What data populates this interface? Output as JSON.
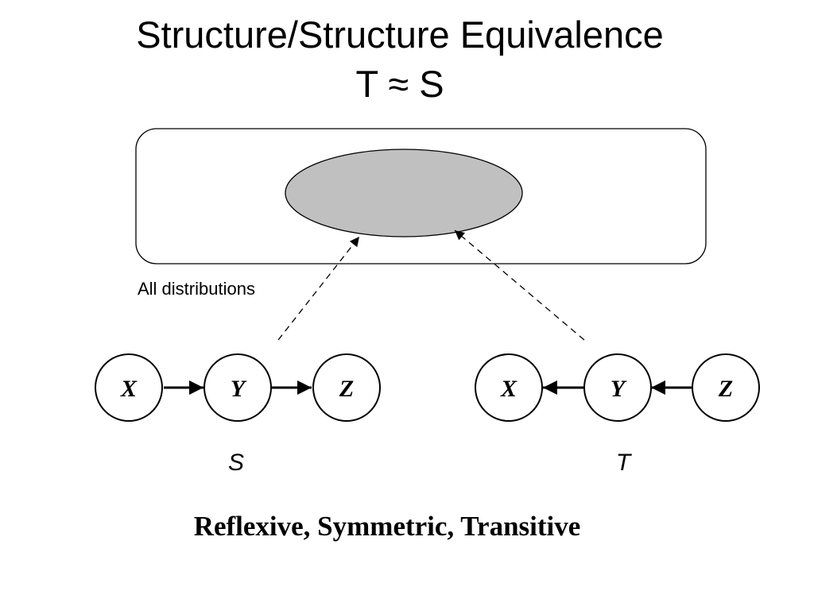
{
  "title": {
    "line1": "Structure/Structure Equivalence",
    "line2": "T ≈ S"
  },
  "region": {
    "label": "All distributions"
  },
  "graphs": {
    "s": {
      "name": "S",
      "nodes": [
        "X",
        "Y",
        "Z"
      ],
      "edges": [
        {
          "from": "X",
          "to": "Y"
        },
        {
          "from": "Y",
          "to": "Z"
        }
      ]
    },
    "t": {
      "name": "T",
      "nodes": [
        "X",
        "Y",
        "Z"
      ],
      "edges": [
        {
          "from": "Y",
          "to": "X"
        },
        {
          "from": "Z",
          "to": "Y"
        }
      ]
    }
  },
  "caption": "Reflexive, Symmetric, Transitive",
  "colors": {
    "ellipse_fill": "#c0c0c0",
    "stroke": "#000000"
  }
}
